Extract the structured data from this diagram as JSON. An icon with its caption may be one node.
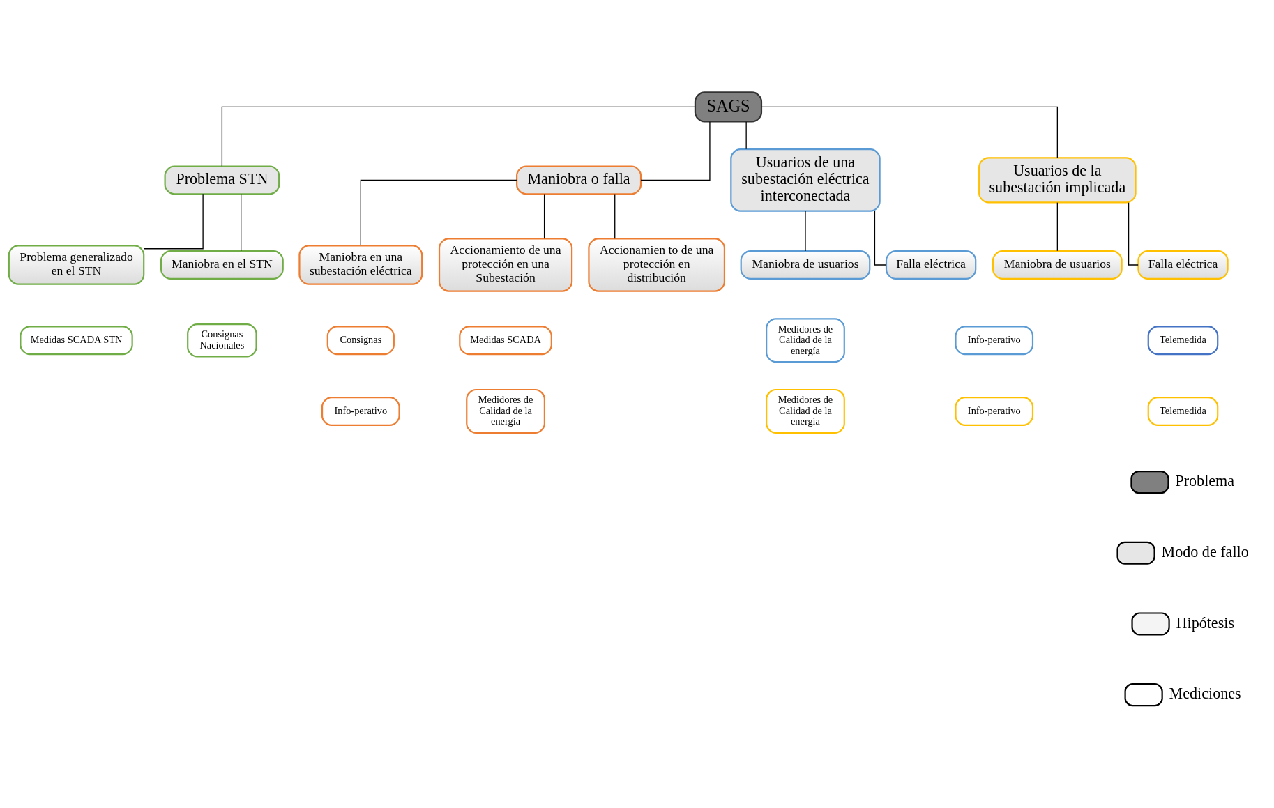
{
  "diagram": {
    "nodes": [
      {
        "text": [
          "SAGS"
        ]
      },
      {
        "text": [
          "Problema STN"
        ]
      },
      {
        "text": [
          "Maniobra o falla"
        ]
      },
      {
        "text": [
          "Usuarios de una subestación eléctrica interconectada"
        ]
      },
      {
        "text": [
          "Usuarios de la subestación implicada"
        ]
      },
      {
        "text": [
          "Problema generalizado en el STN"
        ]
      },
      {
        "text": [
          "Maniobra en el STN"
        ]
      },
      {
        "text": [
          "Maniobra en una subestación eléctrica"
        ]
      },
      {
        "text": [
          "Accionamiento de una protección en una Subestación"
        ]
      },
      {
        "text": [
          "Maniobra de usuarios"
        ]
      },
      {
        "text": [
          "Falla eléctrica"
        ]
      },
      {
        "text": [
          "Maniobra de usuarios"
        ]
      },
      {
        "text": [
          "Falla eléctrica"
        ]
      },
      {
        "text": [
          "Consignas Nacionales"
        ]
      },
      {
        "text": [
          "Medidas SCADA STN"
        ]
      },
      {
        "text": [
          "Consignas"
        ]
      },
      {
        "text": [
          "Accionamien to de una protección en distribución"
        ]
      },
      {
        "text": [
          "Medidas SCADA"
        ]
      },
      {
        "text": [
          "Medidores de Calidad de la energía"
        ]
      },
      {
        "text": [
          "Info-perativo"
        ]
      },
      {
        "text": [
          "Telemedida"
        ]
      },
      {
        "text": [
          "Telemedida"
        ]
      },
      {
        "text": [
          "Medidores de Calidad de la energía"
        ]
      },
      {
        "text": [
          "Info-perativo"
        ]
      },
      {
        "text": [
          "Info-perativo"
        ]
      },
      {
        "text": [
          "Medidores de Calidad de la energía"
        ]
      }
    ],
    "edges": [
      {
        "from": 0,
        "to": 1,
        "arrow": "none"
      },
      {
        "from": 0,
        "to": 2,
        "arrow": "none"
      },
      {
        "from": 0,
        "to": 3,
        "arrow": "none"
      },
      {
        "from": 0,
        "to": 4,
        "arrow": "none"
      },
      {
        "from": 1,
        "to": 5,
        "arrow": "none"
      },
      {
        "from": 1,
        "to": 6,
        "arrow": "none"
      },
      {
        "from": 2,
        "to": 7,
        "arrow": "none"
      },
      {
        "from": 2,
        "to": 16,
        "arrow": "none"
      },
      {
        "from": 2,
        "to": 8,
        "arrow": "none"
      },
      {
        "from": 3,
        "to": 9,
        "arrow": "none"
      },
      {
        "from": 3,
        "to": 10,
        "arrow": "none"
      },
      {
        "from": 4,
        "to": 11,
        "arrow": "none"
      },
      {
        "from": 4,
        "to": 12,
        "arrow": "none"
      }
    ],
    "legend": [
      {
        "text": "Problema",
        "color": "#808080"
      },
      {
        "text": "Modo de fallo",
        "color": "#e6e6e6"
      },
      {
        "text": "Hipótesis",
        "color": "#f4f4f4"
      },
      {
        "text": "Mediciones",
        "color": "#ffffff"
      }
    ]
  }
}
